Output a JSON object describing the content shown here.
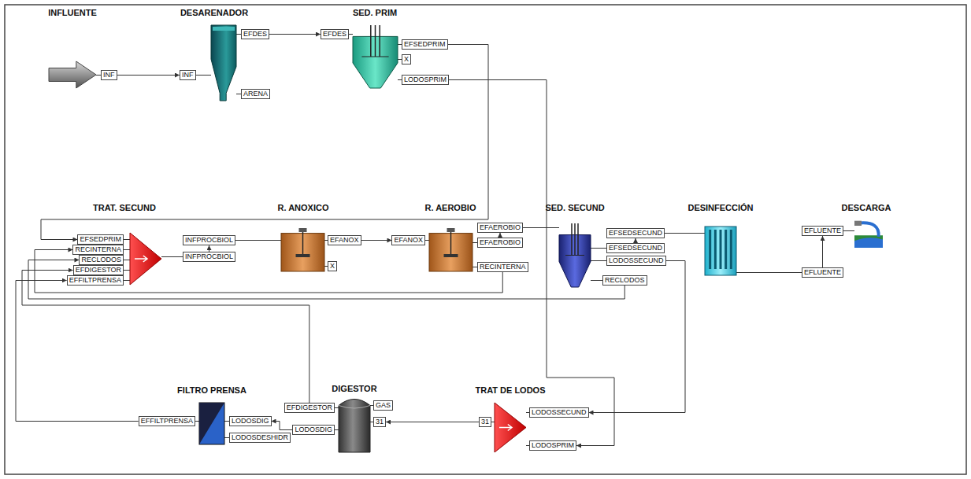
{
  "diagram": {
    "nodes": [
      {
        "text": [
          "INFLUENTE"
        ]
      },
      {
        "text": [
          "DESARENADOR"
        ]
      },
      {
        "text": [
          "SED. PRIM"
        ]
      },
      {
        "text": [
          "TRAT. SECUND"
        ]
      },
      {
        "text": [
          "R. ANOXICO"
        ]
      },
      {
        "text": [
          "R. AEROBIO"
        ]
      },
      {
        "text": [
          "SED. SECUND"
        ]
      },
      {
        "text": [
          "DESINFECCIÓN"
        ]
      },
      {
        "text": [
          "DESCARGA"
        ]
      },
      {
        "text": [
          "FILTRO PRENSA"
        ]
      },
      {
        "text": [
          "DIGESTOR"
        ]
      },
      {
        "text": [
          "TRAT DE LODOS"
        ]
      },
      {
        "text": [
          "INF"
        ]
      },
      {
        "text": [
          "INF"
        ]
      },
      {
        "text": [
          "EFDES"
        ]
      },
      {
        "text": [
          "ARENA"
        ]
      },
      {
        "text": [
          "EFDES"
        ]
      },
      {
        "text": [
          "EFSEDPRIM"
        ]
      },
      {
        "text": [
          "X"
        ]
      },
      {
        "text": [
          "LODOSPRIM"
        ]
      },
      {
        "text": [
          "EFSEDPRIM"
        ]
      },
      {
        "text": [
          "RECINTERNA"
        ]
      },
      {
        "text": [
          "RECLODOS"
        ]
      },
      {
        "text": [
          "EFDIGESTOR"
        ]
      },
      {
        "text": [
          "EFFILTPRENSA"
        ]
      },
      {
        "text": [
          "INFPROCBIOL"
        ]
      },
      {
        "text": [
          "INFPROCBIOL"
        ]
      },
      {
        "text": [
          "EFANOX"
        ]
      },
      {
        "text": [
          "X"
        ]
      },
      {
        "text": [
          "EFANOX"
        ]
      },
      {
        "text": [
          "EFAEROBIO"
        ]
      },
      {
        "text": [
          "RECINTERNA"
        ]
      },
      {
        "text": [
          "EFAEROBIO"
        ]
      },
      {
        "text": [
          "EFSEDSECUND"
        ]
      },
      {
        "text": [
          "LODOSSECUND"
        ]
      },
      {
        "text": [
          "RECLODOS"
        ]
      },
      {
        "text": [
          "EFSEDSECUND"
        ]
      },
      {
        "text": [
          "EFLUENTE"
        ]
      },
      {
        "text": [
          "EFLUENTE"
        ]
      },
      {
        "text": [
          "EFFILTPRENSA"
        ]
      },
      {
        "text": [
          "LODOSDIG"
        ]
      },
      {
        "text": [
          "LODOSDESHIDR"
        ]
      },
      {
        "text": [
          "GAS"
        ]
      },
      {
        "text": [
          "EFDIGESTOR"
        ]
      },
      {
        "text": [
          "LODOSDIG"
        ]
      },
      {
        "text": [
          "31"
        ]
      },
      {
        "text": [
          "31"
        ]
      },
      {
        "text": [
          "LODOSSECUND"
        ]
      },
      {
        "text": [
          "LODOSPRIM"
        ]
      }
    ],
    "edges": [
      {
        "from": 12,
        "to": 13,
        "arrow": "to"
      },
      {
        "from": 14,
        "to": 16,
        "arrow": "to"
      },
      {
        "from": 17,
        "to": 20,
        "arrow": "to"
      },
      {
        "from": 19,
        "to": 48,
        "arrow": "to"
      },
      {
        "from": 25,
        "to": 26,
        "arrow": "to"
      },
      {
        "from": 27,
        "to": 29,
        "arrow": "to"
      },
      {
        "from": 30,
        "to": 32,
        "arrow": "to"
      },
      {
        "from": 31,
        "to": 21,
        "arrow": "to"
      },
      {
        "from": 35,
        "to": 22,
        "arrow": "to"
      },
      {
        "from": 33,
        "to": 36,
        "arrow": "to"
      },
      {
        "from": 34,
        "to": 47,
        "arrow": "to"
      },
      {
        "from": 37,
        "to": 38,
        "arrow": "to"
      },
      {
        "from": 43,
        "to": 23,
        "arrow": "to"
      },
      {
        "from": 39,
        "to": 24,
        "arrow": "to"
      },
      {
        "from": 44,
        "to": 40,
        "arrow": "to"
      },
      {
        "from": 46,
        "to": 45,
        "arrow": "to"
      },
      {
        "from": 0,
        "to": 12,
        "arrow": "none"
      },
      {
        "from": 13,
        "to": 1,
        "arrow": "none"
      },
      {
        "from": 1,
        "to": 14,
        "arrow": "none"
      },
      {
        "from": 1,
        "to": 15,
        "arrow": "none"
      },
      {
        "from": 16,
        "to": 2,
        "arrow": "none"
      },
      {
        "from": 2,
        "to": 17,
        "arrow": "none"
      },
      {
        "from": 2,
        "to": 18,
        "arrow": "none"
      },
      {
        "from": 2,
        "to": 19,
        "arrow": "none"
      },
      {
        "from": 20,
        "to": 3,
        "arrow": "none"
      },
      {
        "from": 21,
        "to": 3,
        "arrow": "none"
      },
      {
        "from": 22,
        "to": 3,
        "arrow": "none"
      },
      {
        "from": 23,
        "to": 3,
        "arrow": "none"
      },
      {
        "from": 24,
        "to": 3,
        "arrow": "none"
      },
      {
        "from": 3,
        "to": 25,
        "arrow": "none"
      },
      {
        "from": 26,
        "to": 4,
        "arrow": "none"
      },
      {
        "from": 4,
        "to": 27,
        "arrow": "none"
      },
      {
        "from": 4,
        "to": 28,
        "arrow": "none"
      },
      {
        "from": 29,
        "to": 5,
        "arrow": "none"
      },
      {
        "from": 5,
        "to": 30,
        "arrow": "none"
      },
      {
        "from": 5,
        "to": 31,
        "arrow": "none"
      },
      {
        "from": 32,
        "to": 6,
        "arrow": "none"
      },
      {
        "from": 6,
        "to": 33,
        "arrow": "none"
      },
      {
        "from": 6,
        "to": 34,
        "arrow": "none"
      },
      {
        "from": 6,
        "to": 35,
        "arrow": "none"
      },
      {
        "from": 36,
        "to": 7,
        "arrow": "none"
      },
      {
        "from": 7,
        "to": 37,
        "arrow": "none"
      },
      {
        "from": 38,
        "to": 8,
        "arrow": "none"
      },
      {
        "from": 9,
        "to": 39,
        "arrow": "none"
      },
      {
        "from": 40,
        "to": 9,
        "arrow": "none"
      },
      {
        "from": 9,
        "to": 41,
        "arrow": "none"
      },
      {
        "from": 10,
        "to": 42,
        "arrow": "none"
      },
      {
        "from": 10,
        "to": 43,
        "arrow": "none"
      },
      {
        "from": 10,
        "to": 44,
        "arrow": "none"
      },
      {
        "from": 45,
        "to": 10,
        "arrow": "none"
      },
      {
        "from": 11,
        "to": 46,
        "arrow": "none"
      },
      {
        "from": 47,
        "to": 11,
        "arrow": "none"
      },
      {
        "from": 48,
        "to": 11,
        "arrow": "none"
      }
    ]
  }
}
